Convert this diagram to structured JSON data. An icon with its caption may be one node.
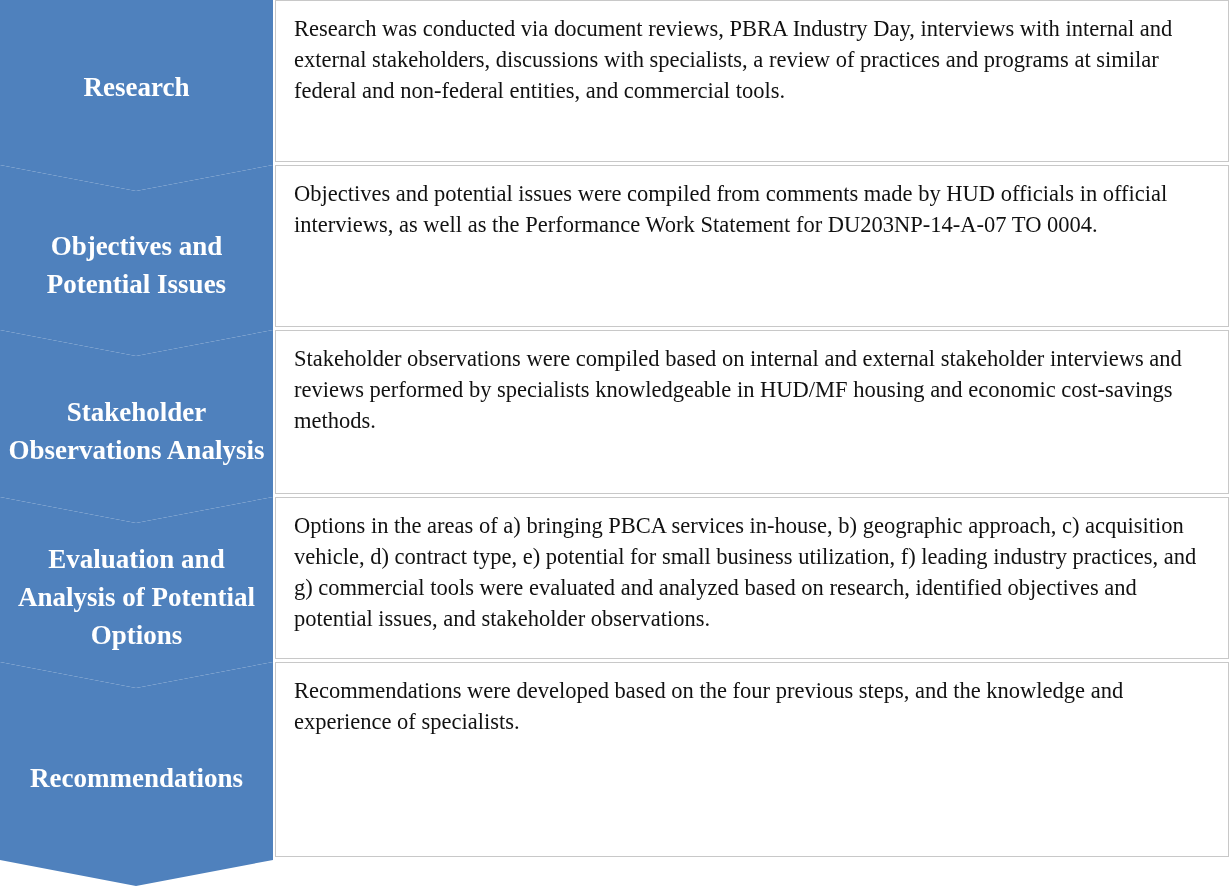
{
  "diagram": {
    "nodes": [
      {
        "text": [
          "Research"
        ]
      },
      {
        "text": [
          "Research was conducted via document reviews, PBRA Industry Day, interviews with internal and external stakeholders, discussions with specialists, a review of practices and programs at similar federal and non-federal entities, and commercial tools."
        ]
      },
      {
        "text": [
          "Objectives and Potential Issues"
        ]
      },
      {
        "text": [
          "Objectives and potential issues were compiled from comments made by HUD officials in official interviews, as well as the Performance Work Statement for DU203NP-14-A-07 TO 0004."
        ]
      },
      {
        "text": [
          "Stakeholder Observations Analysis"
        ]
      },
      {
        "text": [
          "Stakeholder observations were compiled based on internal and external stakeholder interviews and reviews performed by specialists knowledgeable in HUD/MF housing and economic cost-savings methods."
        ]
      },
      {
        "text": [
          "Evaluation and Analysis of Potential Options"
        ]
      },
      {
        "text": [
          "Options in the areas of a) bringing PBCA services in-house, b) geographic approach, c) acquisition vehicle, d) contract type, e) potential for small business utilization, f) leading industry practices, and g) commercial tools were evaluated and analyzed based on research, identified objectives and potential issues, and stakeholder observations."
        ]
      },
      {
        "text": [
          "Recommendations"
        ]
      },
      {
        "text": [
          "Recommendations were developed based on the four previous steps, and the knowledge and experience of specialists."
        ]
      }
    ]
  }
}
